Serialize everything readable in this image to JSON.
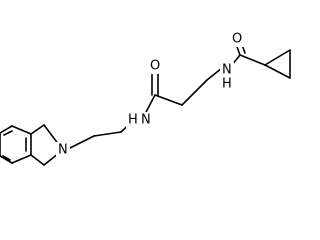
{
  "molecule": {
    "atoms": [
      {
        "id": "o1",
        "label": "O"
      },
      {
        "id": "o2",
        "label": "O"
      },
      {
        "id": "n1",
        "label": "N"
      },
      {
        "id": "n2",
        "label": "N"
      },
      {
        "id": "n3",
        "label": "N"
      }
    ],
    "hydrogens": [
      {
        "id": "h1",
        "label": "H"
      },
      {
        "id": "h2",
        "label": "H"
      }
    ]
  },
  "colors": {
    "bond": "#000000",
    "background": "#ffffff"
  }
}
